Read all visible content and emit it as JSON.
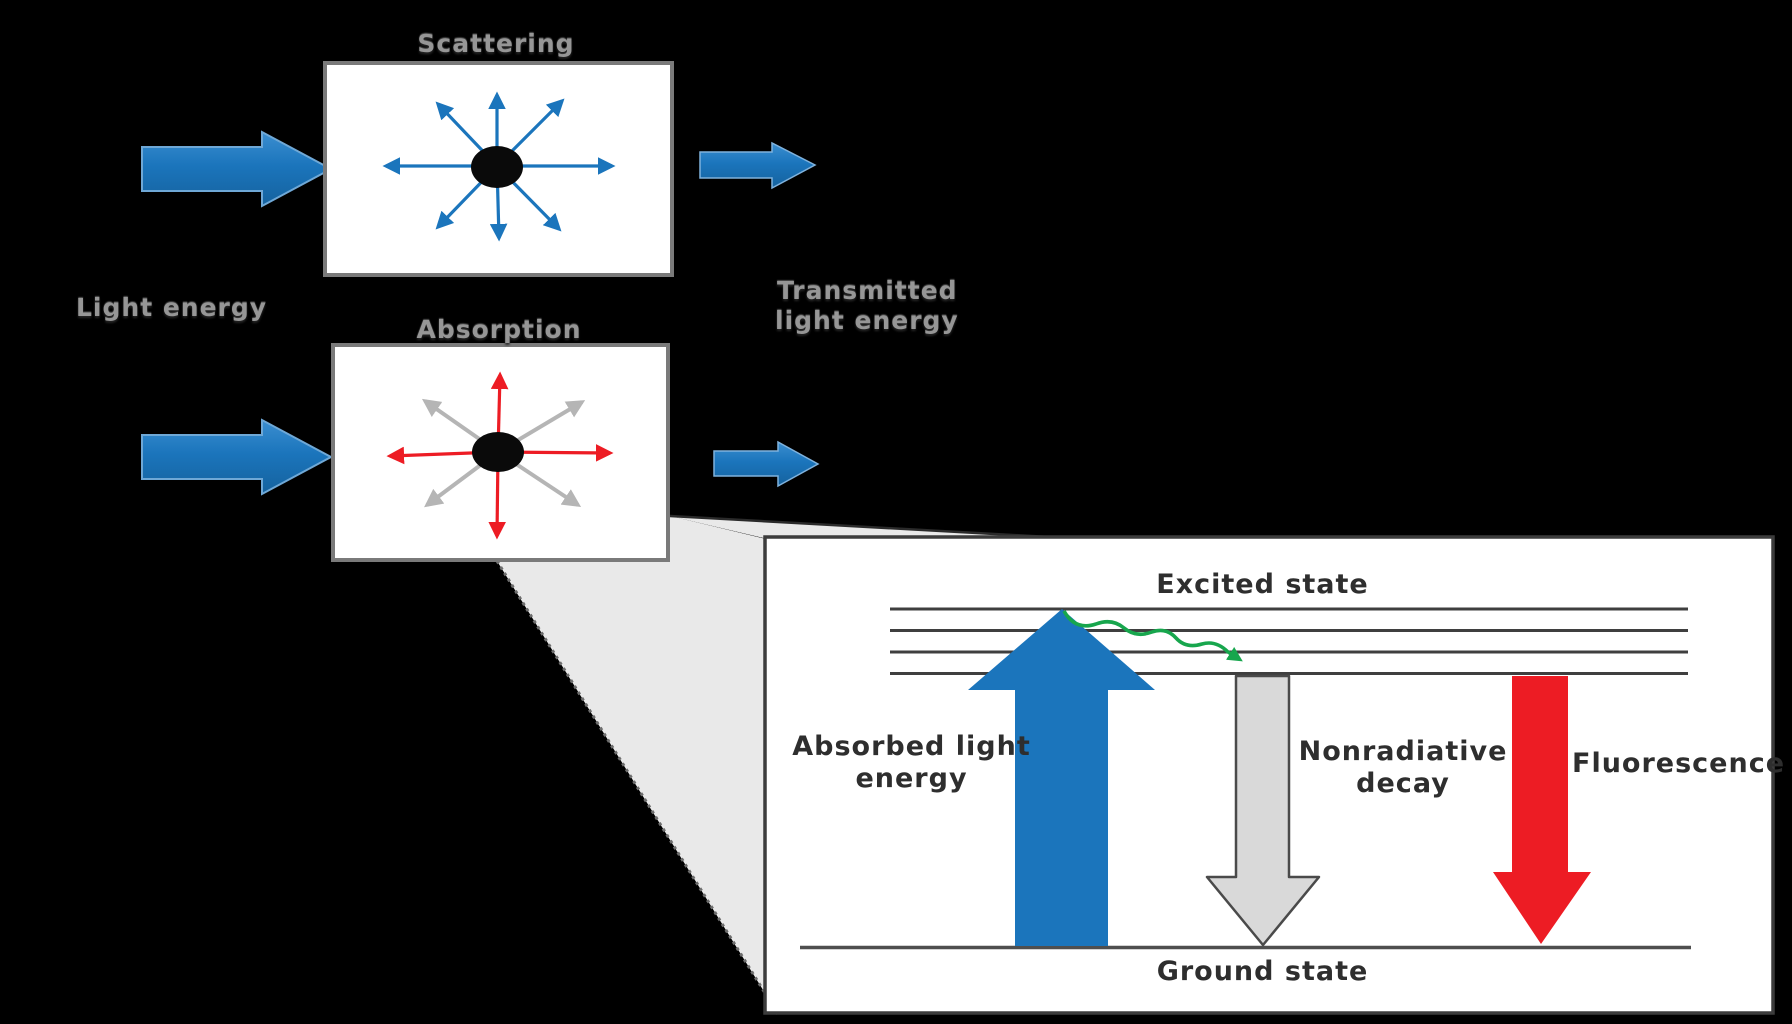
{
  "colors": {
    "background": "#000000",
    "arrow_blue": "#1b75bc",
    "arrow_red": "#ed1c24",
    "arrow_gray": "#b5b5b5",
    "decay_gray_fill": "#d9d9d9",
    "green_decay": "#17a64d",
    "cone_gray": "#e9e9e9",
    "outer_label_gray": "#969696",
    "panel_text": "#2e2e2e",
    "box_fill": "#ffffff"
  },
  "left_flow": {
    "light_energy_label": "Light energy",
    "transmitted_line1": "Transmitted",
    "transmitted_line2": "light energy"
  },
  "scattering": {
    "title": "Scattering"
  },
  "absorption": {
    "title": "Absorption"
  },
  "inset": {
    "excited_state": "Excited state",
    "ground_state": "Ground state",
    "absorbed_line1": "Absorbed light",
    "absorbed_line2": "energy",
    "nonradiative_line1": "Nonradiative",
    "nonradiative_line2": "decay",
    "fluorescence": "Fluorescence"
  }
}
